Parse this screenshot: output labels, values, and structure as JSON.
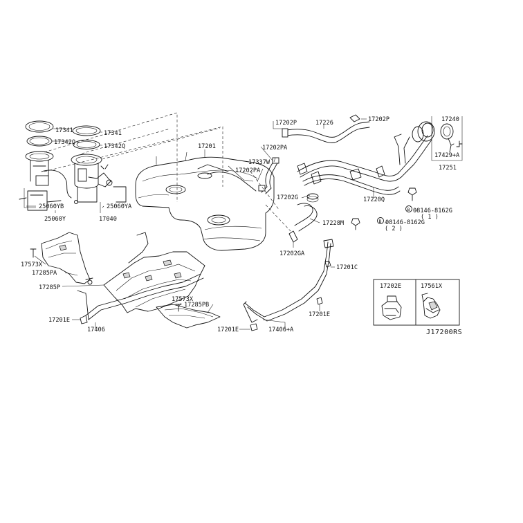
{
  "labels": {
    "p17341_a": "17341",
    "p17342q_a": "17342Q",
    "p17341_b": "17341",
    "p17342q_b": "17342Q",
    "p25060yb": "25060YB",
    "p25060y": "25060Y",
    "p25060ya": "25060YA",
    "p17040": "17040",
    "p17201": "17201",
    "p17202p_a": "17202P",
    "p17226": "17226",
    "p17202p_b": "17202P",
    "p17240": "17240",
    "p17202pa_a": "17202PA",
    "p17337w": "17337W",
    "p17202pa_b": "17202PA",
    "p17429a": "17429+A",
    "p17251": "17251",
    "p17202g": "17202G",
    "p17220q": "17220Q",
    "p08146_a": "08146-8162G",
    "p08146_a_qty": "( 1 )",
    "p08146_b": "08146-8162G",
    "p08146_b_qty": "( 2 )",
    "p17228m": "17228M",
    "p17202ga": "17202GA",
    "p17573x_a": "17573X",
    "p17285pa": "17285PA",
    "p17285p": "17285P",
    "p17573x_b": "17573X",
    "p17285pb": "17285PB",
    "p17201e_a": "17201E",
    "p17406": "17406",
    "p17201e_b": "17201E",
    "p17201c": "17201C",
    "p17406a": "17406+A",
    "p17201e_c": "17201E",
    "inset_17202e": "17202E",
    "inset_17561x": "17561X",
    "bolt_mark": "B"
  },
  "diagram_code": "J17200RS"
}
